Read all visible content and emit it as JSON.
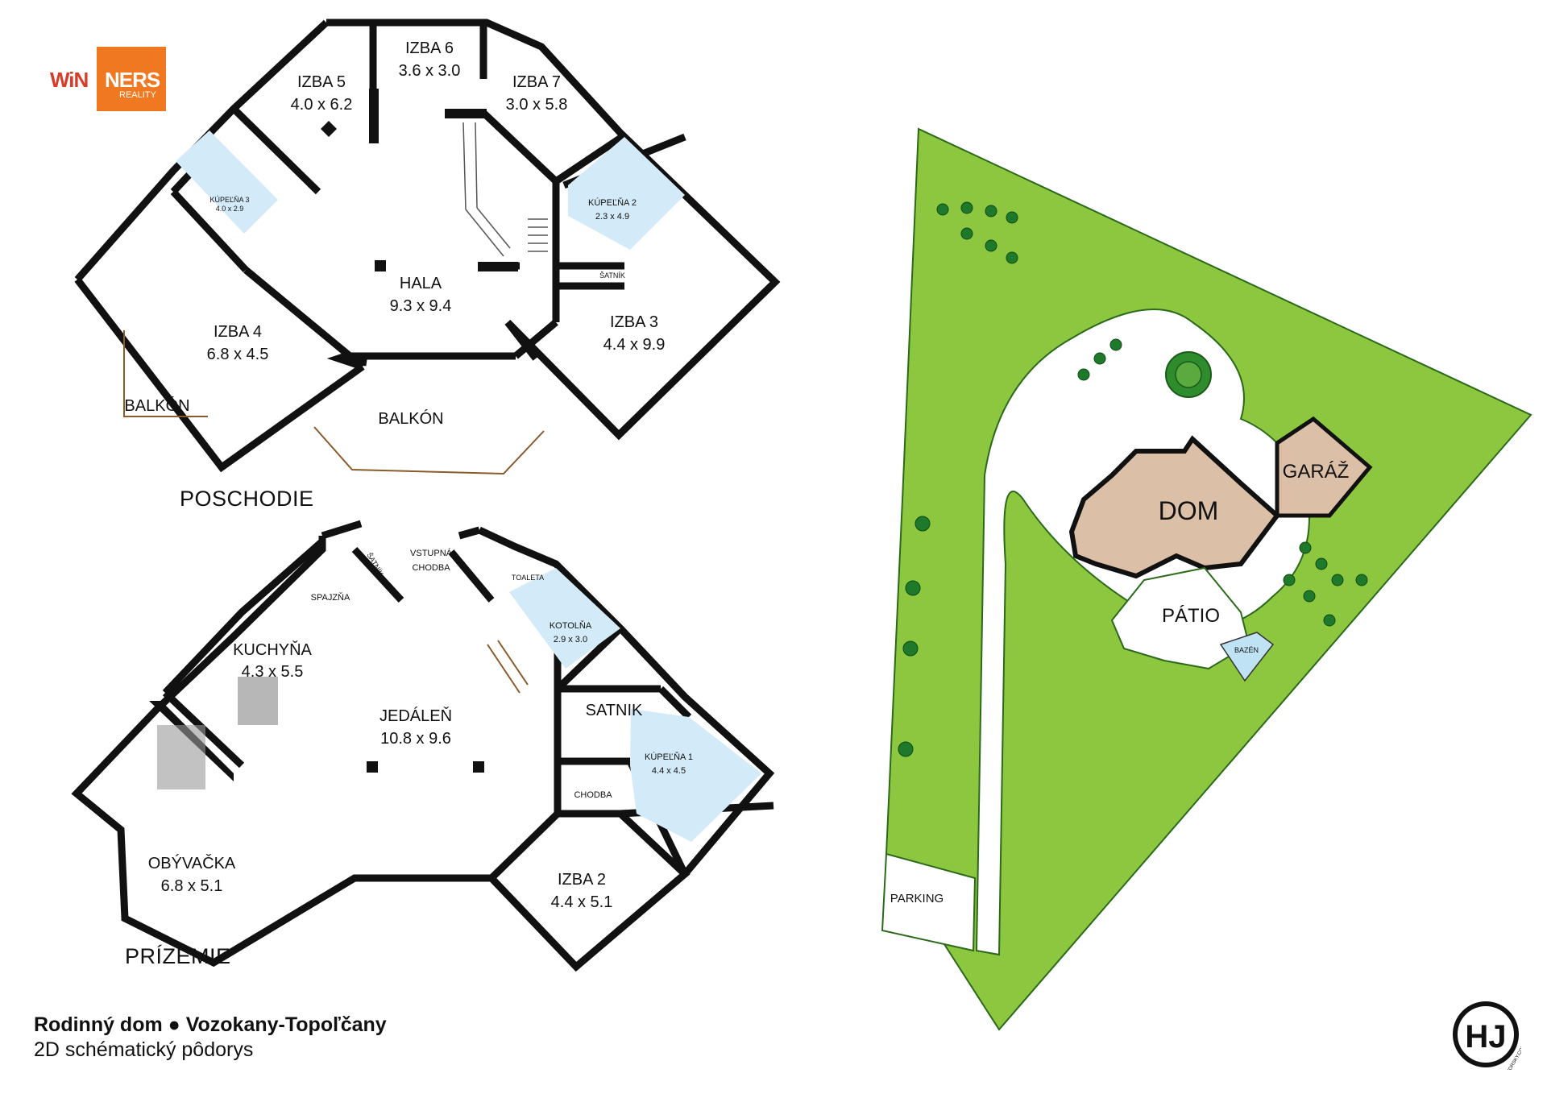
{
  "logo": {
    "part1": "WiN",
    "part2": "NERS",
    "sub": "REALITY"
  },
  "floors": {
    "upper": {
      "label": "POSCHODIE",
      "rooms": [
        {
          "name": "IZBA 6",
          "size": "3.6 x 3.0"
        },
        {
          "name": "IZBA 5",
          "size": "4.0 x 6.2"
        },
        {
          "name": "IZBA 7",
          "size": "3.0 x 5.8"
        },
        {
          "name": "KÚPEĽŇA 3",
          "size": "4.0 x 2.9"
        },
        {
          "name": "KÚPEĽŇA 2",
          "size": "2.3 x 4.9"
        },
        {
          "name": "ŠATNÍK",
          "size": ""
        },
        {
          "name": "HALA",
          "size": "9.3 x 9.4"
        },
        {
          "name": "IZBA 4",
          "size": "6.8 x 4.5"
        },
        {
          "name": "IZBA 3",
          "size": "4.4 x 9.9"
        },
        {
          "name": "BALKÓN",
          "size": ""
        },
        {
          "name": "BALKÓN",
          "size": ""
        }
      ]
    },
    "ground": {
      "label": "PRÍZEMIE",
      "rooms": [
        {
          "name": "VSTUPNÁ",
          "size": "CHODBA"
        },
        {
          "name": "ŠATNÍK",
          "size": ""
        },
        {
          "name": "SPAJZŇA",
          "size": ""
        },
        {
          "name": "TOALETA",
          "size": ""
        },
        {
          "name": "KOTOLŇA",
          "size": "2.9 x 3.0"
        },
        {
          "name": "KUCHYŇA",
          "size": "4.3 x 5.5"
        },
        {
          "name": "JEDÁLEŇ",
          "size": "10.8 x 9.6"
        },
        {
          "name": "SATNIK",
          "size": ""
        },
        {
          "name": "KÚPEĽŇA 1",
          "size": "4.4 x 4.5"
        },
        {
          "name": "CHODBA",
          "size": ""
        },
        {
          "name": "OBÝVAČKA",
          "size": "6.8 x 5.1"
        },
        {
          "name": "IZBA 2",
          "size": "4.4 x 5.1"
        }
      ]
    }
  },
  "site": {
    "labels": {
      "house": "DOM",
      "garage": "GARÁŽ",
      "patio": "PÁTIO",
      "pool": "BAZÉN",
      "parking": "PARKING"
    },
    "colors": {
      "lawn": "#8dc63f",
      "house": "#dbbfa6",
      "lawn_edge": "#2a6a1a",
      "tree": "#1e7a2a"
    }
  },
  "footer": {
    "title": "Rodinný dom ● Vozokany-Topoľčany",
    "subtitle": "2D schématický pôdorys"
  },
  "signature": {
    "initials": "HJ",
    "text": "JANHAMORSKY.COM"
  }
}
